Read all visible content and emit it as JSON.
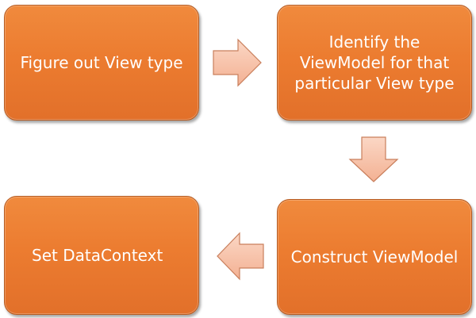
{
  "diagram": {
    "steps": [
      {
        "id": "step-1",
        "text": "Figure out View type"
      },
      {
        "id": "step-2",
        "text": "Identify the ViewModel for that particular View type"
      },
      {
        "id": "step-3",
        "text": "Construct ViewModel"
      },
      {
        "id": "step-4",
        "text": "Set DataContext"
      }
    ],
    "colors": {
      "box_fill": "#ec7c30",
      "box_border": "#b65a1f",
      "box_text": "#ffffff",
      "arrow_fill": "#f8c3a9",
      "arrow_border": "#c97f5c"
    }
  }
}
